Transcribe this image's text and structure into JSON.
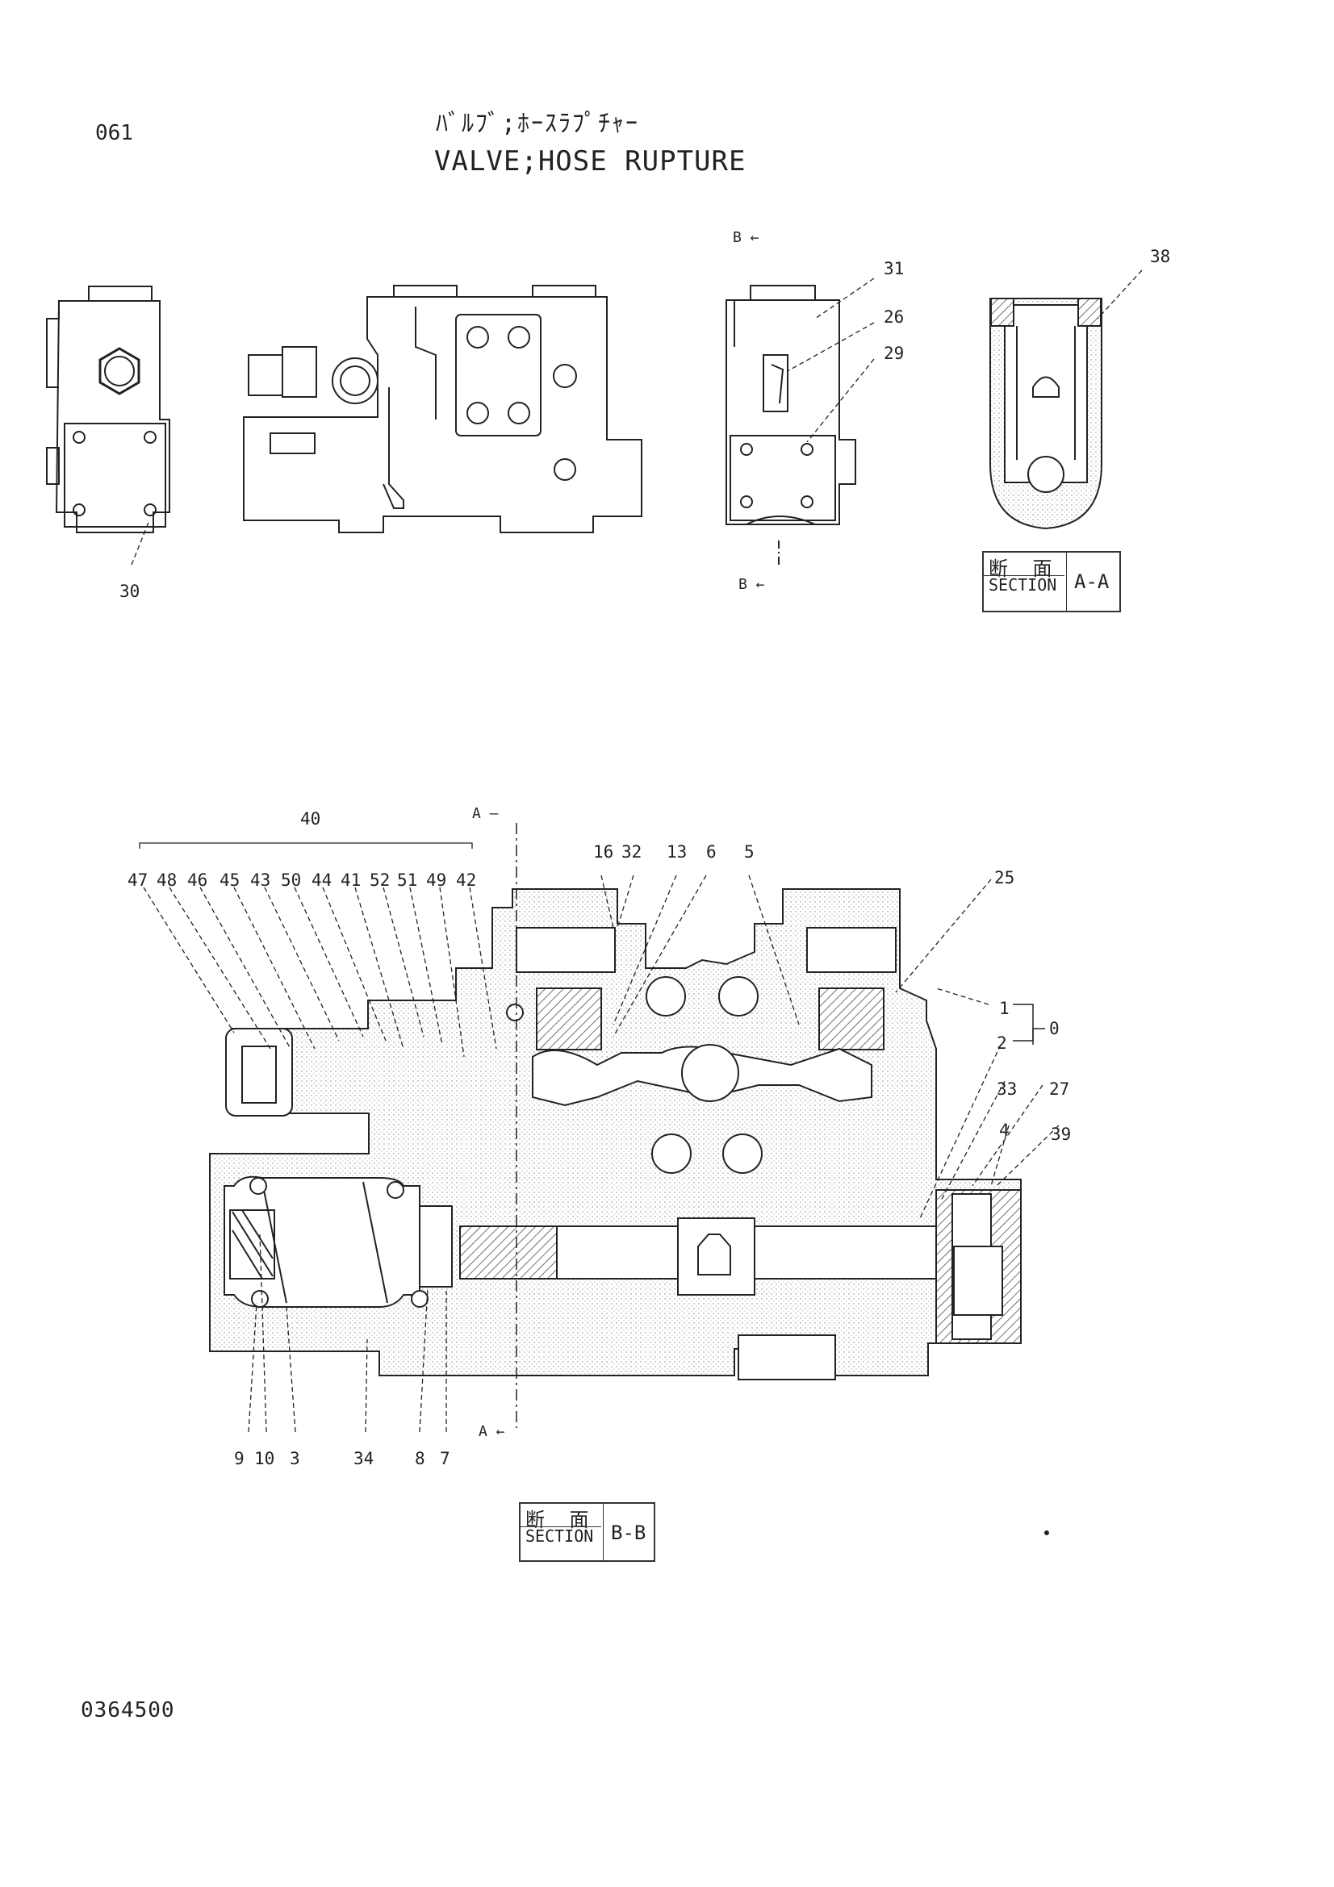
{
  "header": {
    "page_number": "061",
    "title_jp": "ﾊﾞﾙﾌﾞ;ﾎｰｽﾗﾌﾟﾁｬｰ",
    "title_en": "VALVE;HOSE RUPTURE"
  },
  "footer": {
    "document_number": "0364500"
  },
  "sections": {
    "aa": {
      "label_jp": "断 面",
      "label_en": "SECTION",
      "id": "A-A"
    },
    "bb": {
      "label_jp": "断 面",
      "label_en": "SECTION",
      "id": "B-B"
    }
  },
  "section_marks": {
    "b_top": "B ←",
    "b_bottom": "B ←",
    "a_top": "A —",
    "a_bottom": "A ←"
  },
  "callouts": {
    "c30": "30",
    "c31": "31",
    "c26": "26",
    "c29": "29",
    "c38": "38",
    "c40": "40",
    "c47": "47",
    "c48": "48",
    "c46": "46",
    "c45": "45",
    "c43": "43",
    "c50": "50",
    "c44": "44",
    "c41": "41",
    "c52": "52",
    "c51": "51",
    "c49": "49",
    "c42": "42",
    "c16": "16",
    "c32": "32",
    "c13": "13",
    "c6": "6",
    "c5": "5",
    "c25": "25",
    "c1": "1",
    "c0": "0",
    "c2": "2",
    "c33": "33",
    "c27": "27",
    "c4": "4",
    "c39": "39",
    "c9": "9",
    "c10": "10",
    "c3": "3",
    "c34": "34",
    "c8": "8",
    "c7": "7"
  }
}
